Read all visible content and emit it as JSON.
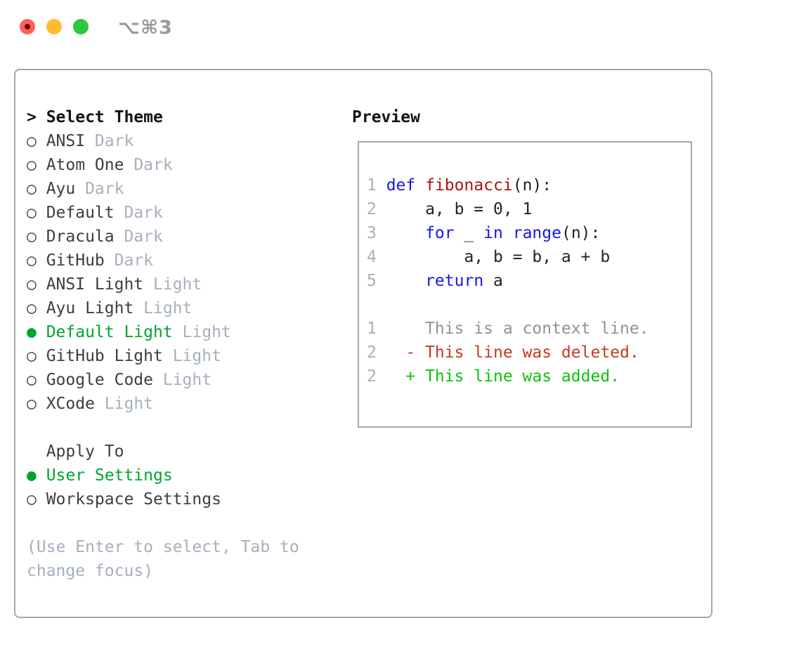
{
  "window": {
    "title": "⌥⌘3",
    "traffic_lights": [
      "close",
      "minimize",
      "zoom"
    ]
  },
  "theme_list": {
    "header": {
      "marker": ">",
      "label": "Select Theme"
    },
    "items": [
      {
        "marker": "○",
        "name": "ANSI",
        "variant": "Dark",
        "selected": false
      },
      {
        "marker": "○",
        "name": "Atom One",
        "variant": "Dark",
        "selected": false
      },
      {
        "marker": "○",
        "name": "Ayu",
        "variant": "Dark",
        "selected": false
      },
      {
        "marker": "○",
        "name": "Default",
        "variant": "Dark",
        "selected": false
      },
      {
        "marker": "○",
        "name": "Dracula",
        "variant": "Dark",
        "selected": false
      },
      {
        "marker": "○",
        "name": "GitHub",
        "variant": "Dark",
        "selected": false
      },
      {
        "marker": "○",
        "name": "ANSI Light",
        "variant": "Light",
        "selected": false
      },
      {
        "marker": "○",
        "name": "Ayu Light",
        "variant": "Light",
        "selected": false
      },
      {
        "marker": "●",
        "name": "Default Light",
        "variant": "Light",
        "selected": true
      },
      {
        "marker": "○",
        "name": "GitHub Light",
        "variant": "Light",
        "selected": false
      },
      {
        "marker": "○",
        "name": "Google Code",
        "variant": "Light",
        "selected": false
      },
      {
        "marker": "○",
        "name": "XCode",
        "variant": "Light",
        "selected": false
      }
    ]
  },
  "apply_to": {
    "header": "Apply To",
    "options": [
      {
        "marker": "●",
        "label": "User Settings",
        "selected": true
      },
      {
        "marker": "○",
        "label": "Workspace Settings",
        "selected": false
      }
    ]
  },
  "hint_lines": [
    "(Use Enter to select, Tab to",
    "change focus)"
  ],
  "preview": {
    "header": "Preview",
    "code_lines": [
      {
        "num": "1",
        "segments": [
          {
            "t": "def",
            "c": "keyword"
          },
          {
            "t": " ",
            "c": "plain"
          },
          {
            "t": "fibonacci",
            "c": "function"
          },
          {
            "t": "(n):",
            "c": "plain"
          }
        ]
      },
      {
        "num": "2",
        "segments": [
          {
            "t": "    a, b = 0, 1",
            "c": "plain"
          }
        ]
      },
      {
        "num": "3",
        "segments": [
          {
            "t": "    ",
            "c": "plain"
          },
          {
            "t": "for",
            "c": "keyword"
          },
          {
            "t": " _ ",
            "c": "plain"
          },
          {
            "t": "in",
            "c": "keyword"
          },
          {
            "t": " ",
            "c": "plain"
          },
          {
            "t": "range",
            "c": "keyword"
          },
          {
            "t": "(n):",
            "c": "plain"
          }
        ]
      },
      {
        "num": "4",
        "segments": [
          {
            "t": "        a, b = b, a + b",
            "c": "plain"
          }
        ]
      },
      {
        "num": "5",
        "segments": [
          {
            "t": "    ",
            "c": "plain"
          },
          {
            "t": "return",
            "c": "keyword"
          },
          {
            "t": " a",
            "c": "plain"
          }
        ]
      },
      {
        "num": "",
        "segments": []
      },
      {
        "num": "1",
        "segments": [
          {
            "t": "    This is a context line.",
            "c": "context"
          }
        ]
      },
      {
        "num": "2",
        "segments": [
          {
            "t": "  - This line was deleted.",
            "c": "deleted"
          }
        ]
      },
      {
        "num": "2",
        "segments": [
          {
            "t": "  + This line was added.",
            "c": "added"
          }
        ]
      }
    ]
  },
  "colors": {
    "trafficRed": "#ff5f57",
    "trafficRedDot": "#750000",
    "trafficYellow": "#febc2e",
    "trafficGreen": "#2bc840",
    "titleGray": "#98989d",
    "borderGray": "#9ea9b3",
    "headerText": "#121417",
    "itemText": "#3a3f45",
    "muted": "#a6b0bc",
    "lineNum": "#a6b0bc",
    "uiGreen": "#00a42f",
    "addedGreen": "#0bc20b",
    "deletedRed": "#c33a25",
    "keywordBlue": "#1518e6",
    "functionRed": "#a61616",
    "codePlain": "#202327",
    "contextGray": "#8e9399"
  }
}
